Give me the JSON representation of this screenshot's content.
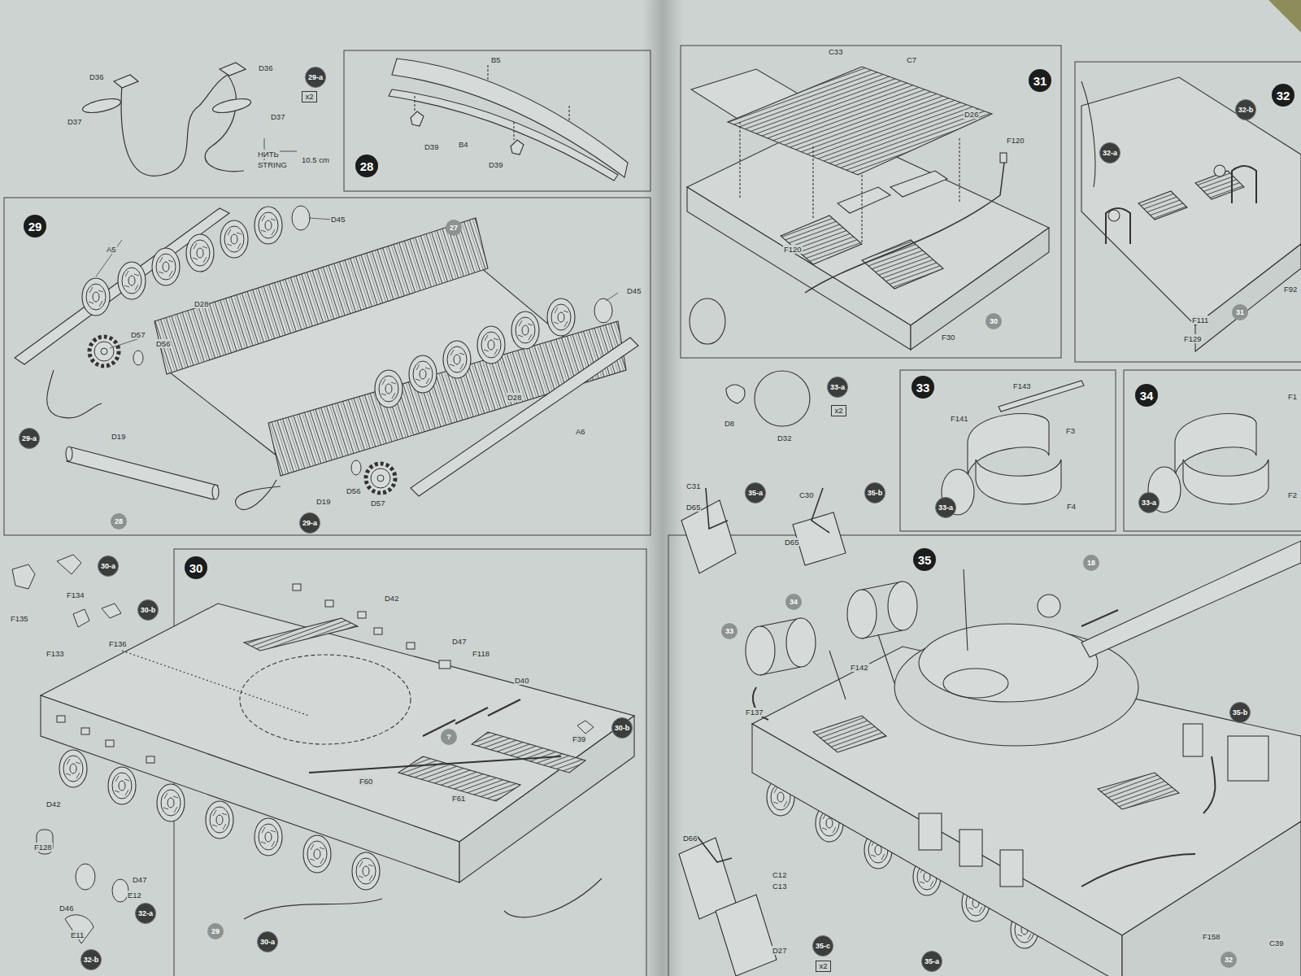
{
  "diagram": {
    "nodes": [
      {
        "text": [
          "29-a"
        ]
      },
      {
        "text": [
          "x2"
        ]
      },
      {
        "text": [
          "28"
        ]
      },
      {
        "text": [
          "29"
        ]
      },
      {
        "text": [
          "27"
        ]
      },
      {
        "text": [
          "29-a"
        ]
      },
      {
        "text": [
          "28"
        ]
      },
      {
        "text": [
          "29-a"
        ]
      },
      {
        "text": [
          "30-a"
        ]
      },
      {
        "text": [
          "30"
        ]
      },
      {
        "text": [
          "30-b"
        ]
      },
      {
        "text": [
          "?"
        ]
      },
      {
        "text": [
          "30-b"
        ]
      },
      {
        "text": [
          "32-a"
        ]
      },
      {
        "text": [
          "29"
        ]
      },
      {
        "text": [
          "30-a"
        ]
      },
      {
        "text": [
          "32-b"
        ]
      },
      {
        "text": [
          "31"
        ]
      },
      {
        "text": [
          "32"
        ]
      },
      {
        "text": [
          "32-b"
        ]
      },
      {
        "text": [
          "32-a"
        ]
      },
      {
        "text": [
          "31"
        ]
      },
      {
        "text": [
          "30"
        ]
      },
      {
        "text": [
          "33-a"
        ]
      },
      {
        "text": [
          "33"
        ]
      },
      {
        "text": [
          "34"
        ]
      },
      {
        "text": [
          "x2"
        ]
      },
      {
        "text": [
          "35-a"
        ]
      },
      {
        "text": [
          "35-b"
        ]
      },
      {
        "text": [
          "33-a"
        ]
      },
      {
        "text": [
          "33-a"
        ]
      },
      {
        "text": [
          "35"
        ]
      },
      {
        "text": [
          "18"
        ]
      },
      {
        "text": [
          "34"
        ]
      },
      {
        "text": [
          "33"
        ]
      },
      {
        "text": [
          "35-b"
        ]
      },
      {
        "text": [
          "35-c"
        ]
      },
      {
        "text": [
          "35-a"
        ]
      },
      {
        "text": [
          "32"
        ]
      },
      {
        "text": [
          "x2"
        ]
      }
    ],
    "labels": [
      "D36",
      "D36",
      "D37",
      "D37",
      "НИТЬ",
      "STRING",
      "10.5 cm",
      "B5",
      "B4",
      "D39",
      "D39",
      "A5",
      "D45",
      "D28",
      "D57",
      "D56",
      "D45",
      "D28",
      "A6",
      "D19",
      "D56",
      "D57",
      "D19",
      "F134",
      "F135",
      "F136",
      "F133",
      "D42",
      "D47",
      "F118",
      "D40",
      "F39",
      "F60",
      "D42",
      "F61",
      "F128",
      "D47",
      "E12",
      "D46",
      "E11",
      "C33",
      "C7",
      "D26",
      "F120",
      "F120",
      "F30",
      "F92",
      "F111",
      "F129",
      "D8",
      "D32",
      "F143",
      "F141",
      "F3",
      "F4",
      "F1",
      "F2",
      "C31",
      "D65",
      "C30",
      "D65",
      "F142",
      "F137",
      "D66",
      "C12",
      "C13",
      "D27",
      "F158",
      "C39"
    ]
  }
}
